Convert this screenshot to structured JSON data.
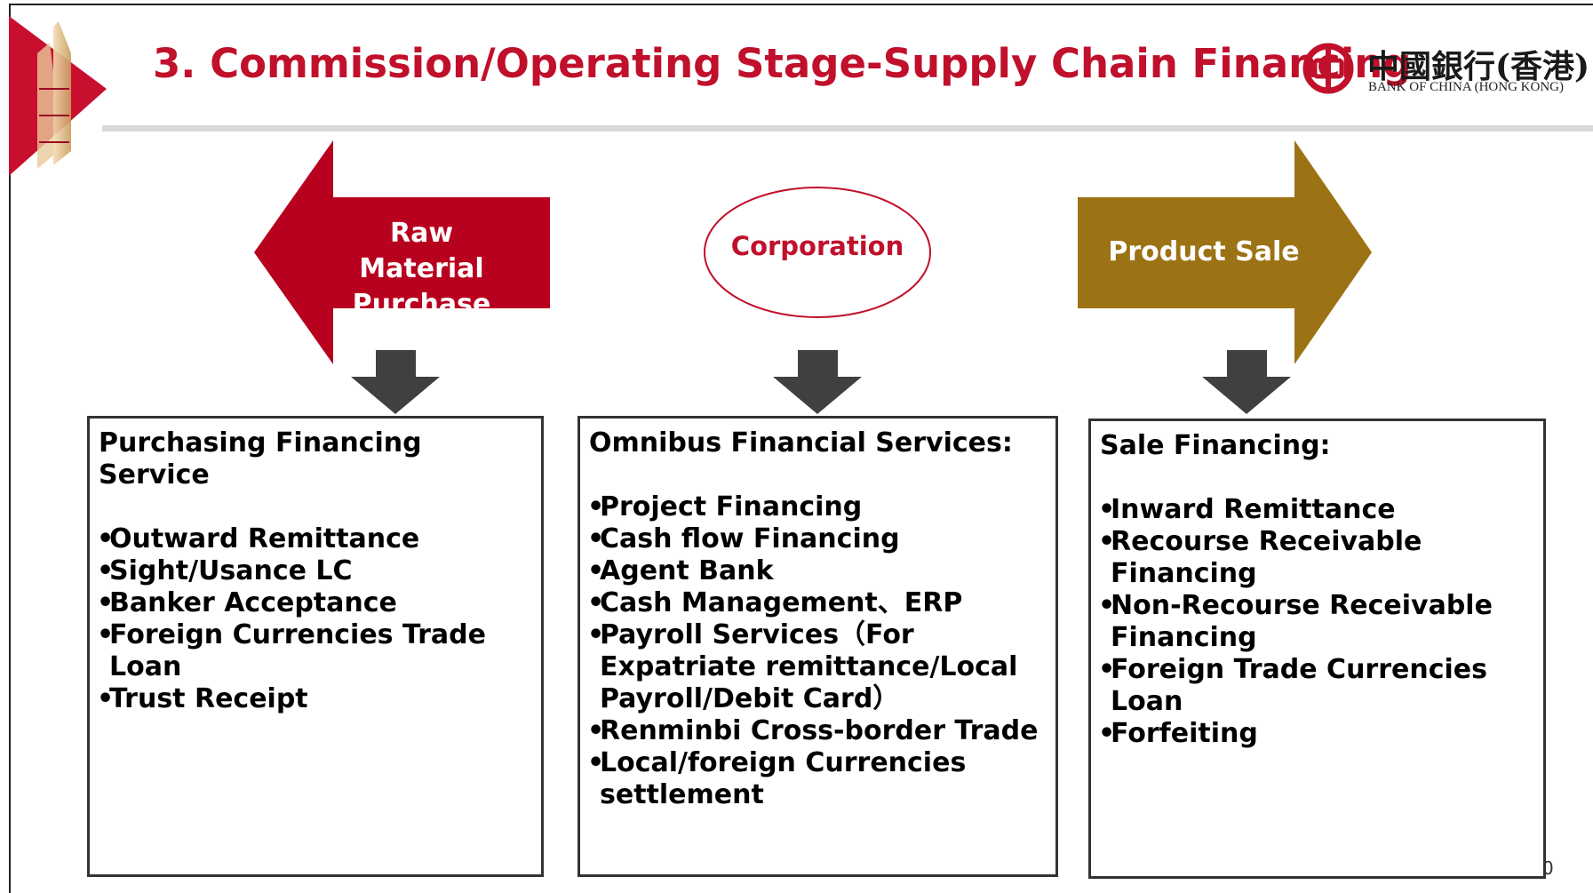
{
  "slide": {
    "title": "3. Commission/Operating Stage-Supply Chain Financing",
    "page_number": "0"
  },
  "logo": {
    "chinese": "中國銀行(香港)",
    "english": "BANK OF CHINA (HONG KONG)"
  },
  "flow": {
    "left_arrow_label": "Raw Material Purchase",
    "center_label": "Corporation",
    "right_arrow_label": "Product Sale"
  },
  "boxes": {
    "left": {
      "heading": "Purchasing Financing Service",
      "items": [
        "Outward Remittance",
        "Sight/Usance LC",
        "Banker Acceptance",
        "Foreign Currencies Trade Loan",
        "Trust Receipt"
      ]
    },
    "center": {
      "heading": "Omnibus Financial Services:",
      "items": [
        "Project Financing",
        "Cash flow Financing",
        "Agent Bank",
        "Cash Management、ERP",
        "Payroll Services（For Expatriate remittance/Local Payroll/Debit Card）",
        "Renminbi Cross-border Trade",
        "Local/foreign Currencies settlement"
      ]
    },
    "right": {
      "heading": "Sale Financing:",
      "items": [
        "Inward Remittance",
        "Recourse Receivable Financing",
        "Non-Recourse Receivable Financing",
        "Foreign Trade Currencies Loan",
        "Forfeiting"
      ]
    }
  },
  "colors": {
    "title": "#c0102b",
    "left_arrow": "#b8001f",
    "right_arrow": "#9c7314",
    "down_arrow": "#404040",
    "ellipse_border": "#c0102b"
  }
}
